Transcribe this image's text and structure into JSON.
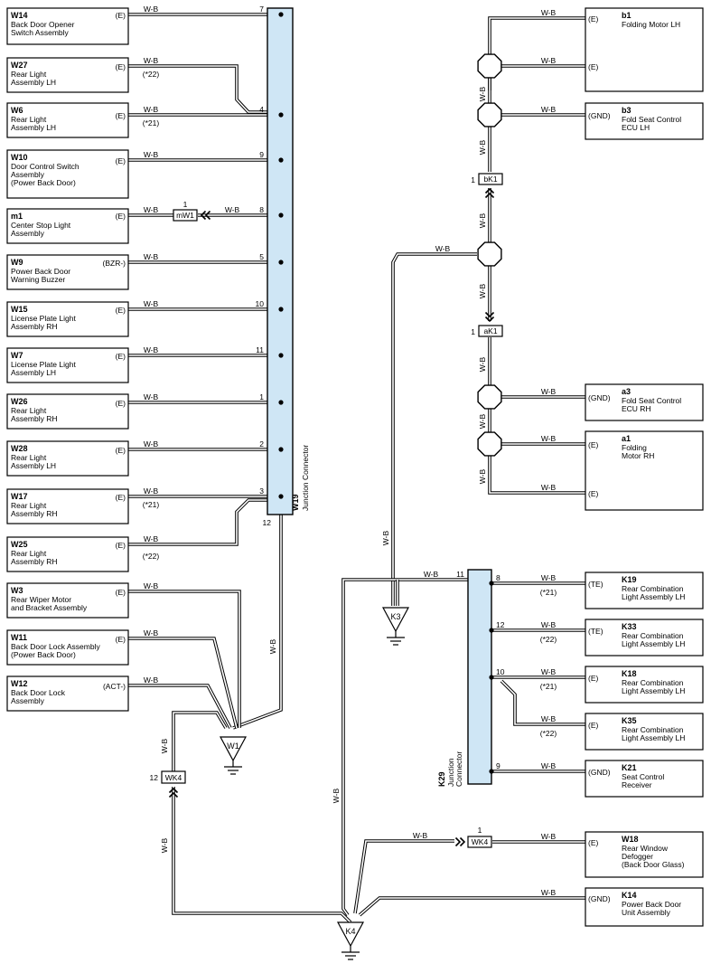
{
  "wire_color": "W-B",
  "left_components": [
    {
      "id": "W14",
      "name": [
        "Back Door Opener",
        "Switch Assembly"
      ],
      "pin_type": "(E)",
      "pin": "7",
      "note": ""
    },
    {
      "id": "W27",
      "name": [
        "Rear Light",
        "Assembly LH"
      ],
      "pin_type": "(E)",
      "pin": "",
      "note": "(*22)"
    },
    {
      "id": "W6",
      "name": [
        "Rear Light",
        "Assembly LH"
      ],
      "pin_type": "(E)",
      "pin": "4",
      "note": "(*21)"
    },
    {
      "id": "W10",
      "name": [
        "Door Control Switch",
        "Assembly",
        "(Power Back Door)"
      ],
      "pin_type": "(E)",
      "pin": "9",
      "note": ""
    },
    {
      "id": "m1",
      "name": [
        "Center Stop Light",
        "Assembly"
      ],
      "pin_type": "(E)",
      "pin": "8",
      "note": ""
    },
    {
      "id": "W9",
      "name": [
        "Power Back Door",
        "Warning Buzzer"
      ],
      "pin_type": "(BZR-)",
      "pin": "5",
      "note": ""
    },
    {
      "id": "W15",
      "name": [
        "License Plate Light",
        "Assembly RH"
      ],
      "pin_type": "(E)",
      "pin": "10",
      "note": ""
    },
    {
      "id": "W7",
      "name": [
        "License Plate Light",
        "Assembly LH"
      ],
      "pin_type": "(E)",
      "pin": "11",
      "note": ""
    },
    {
      "id": "W26",
      "name": [
        "Rear Light",
        "Assembly RH"
      ],
      "pin_type": "(E)",
      "pin": "1",
      "note": ""
    },
    {
      "id": "W28",
      "name": [
        "Rear Light",
        "Assembly LH"
      ],
      "pin_type": "(E)",
      "pin": "2",
      "note": ""
    },
    {
      "id": "W17",
      "name": [
        "Rear Light",
        "Assembly RH"
      ],
      "pin_type": "(E)",
      "pin": "3",
      "note": "(*21)"
    },
    {
      "id": "W25",
      "name": [
        "Rear Light",
        "Assembly RH"
      ],
      "pin_type": "(E)",
      "pin": "",
      "note": "(*22)"
    },
    {
      "id": "W3",
      "name": [
        "Rear Wiper Motor",
        "and Bracket Assembly"
      ],
      "pin_type": "(E)",
      "pin": "",
      "note": ""
    },
    {
      "id": "W11",
      "name": [
        "Back Door Lock Assembly",
        "(Power Back Door)"
      ],
      "pin_type": "(E)",
      "pin": "",
      "note": ""
    },
    {
      "id": "W12",
      "name": [
        "Back Door Lock",
        "Assembly"
      ],
      "pin_type": "(ACT-)",
      "pin": "",
      "note": ""
    }
  ],
  "right_components": [
    {
      "id": "b1",
      "name": [
        "Folding Motor LH"
      ],
      "pin_types": [
        "(E)",
        "(E)"
      ]
    },
    {
      "id": "b3",
      "name": [
        "Fold Seat Control",
        "ECU LH"
      ],
      "pin_types": [
        "(GND)"
      ]
    },
    {
      "id": "a3",
      "name": [
        "Fold Seat Control",
        "ECU RH"
      ],
      "pin_types": [
        "(GND)"
      ]
    },
    {
      "id": "a1",
      "name": [
        "Folding",
        "Motor RH"
      ],
      "pin_types": [
        "(E)",
        "(E)"
      ]
    }
  ],
  "k29_components": [
    {
      "id": "K19",
      "name": [
        "Rear Combination",
        "Light Assembly LH"
      ],
      "pin_type": "(TE)",
      "pin": "8",
      "note": "(*21)"
    },
    {
      "id": "K33",
      "name": [
        "Rear Combination",
        "Light Assembly LH"
      ],
      "pin_type": "(TE)",
      "pin": "12",
      "note": "(*22)"
    },
    {
      "id": "K18",
      "name": [
        "Rear Combination",
        "Light Assembly LH"
      ],
      "pin_type": "(E)",
      "pin": "10",
      "note": "(*21)"
    },
    {
      "id": "K35",
      "name": [
        "Rear Combination",
        "Light Assembly LH"
      ],
      "pin_type": "(E)",
      "pin": "",
      "note": "(*22)"
    },
    {
      "id": "K21",
      "name": [
        "Seat Control",
        "Receiver"
      ],
      "pin_type": "(GND)",
      "pin": "9",
      "note": ""
    }
  ],
  "bottom_components": [
    {
      "id": "W18",
      "name": [
        "Rear Window",
        "Defogger",
        "(Back Door Glass)"
      ],
      "pin_type": "(E)"
    },
    {
      "id": "K14",
      "name": [
        "Power Back Door",
        "Unit Assembly"
      ],
      "pin_type": "(GND)"
    }
  ],
  "junctions": {
    "w19": {
      "id": "W19",
      "label": "Junction Connector",
      "pin_bottom": "12"
    },
    "k29": {
      "id": "K29",
      "label": [
        "Junction",
        "Connector"
      ],
      "pin_left": "11"
    }
  },
  "connectors": {
    "mW1": {
      "label": "mW1",
      "pin": "1"
    },
    "bK1": {
      "label": "bK1",
      "pin": "1"
    },
    "aK1": {
      "label": "aK1",
      "pin": "1"
    },
    "WK4_left": {
      "label": "WK4",
      "pin": "12"
    },
    "WK4_right": {
      "label": "WK4",
      "pin": "1"
    }
  },
  "grounds": {
    "W1": "W1",
    "K3": "K3",
    "K4": "K4"
  }
}
